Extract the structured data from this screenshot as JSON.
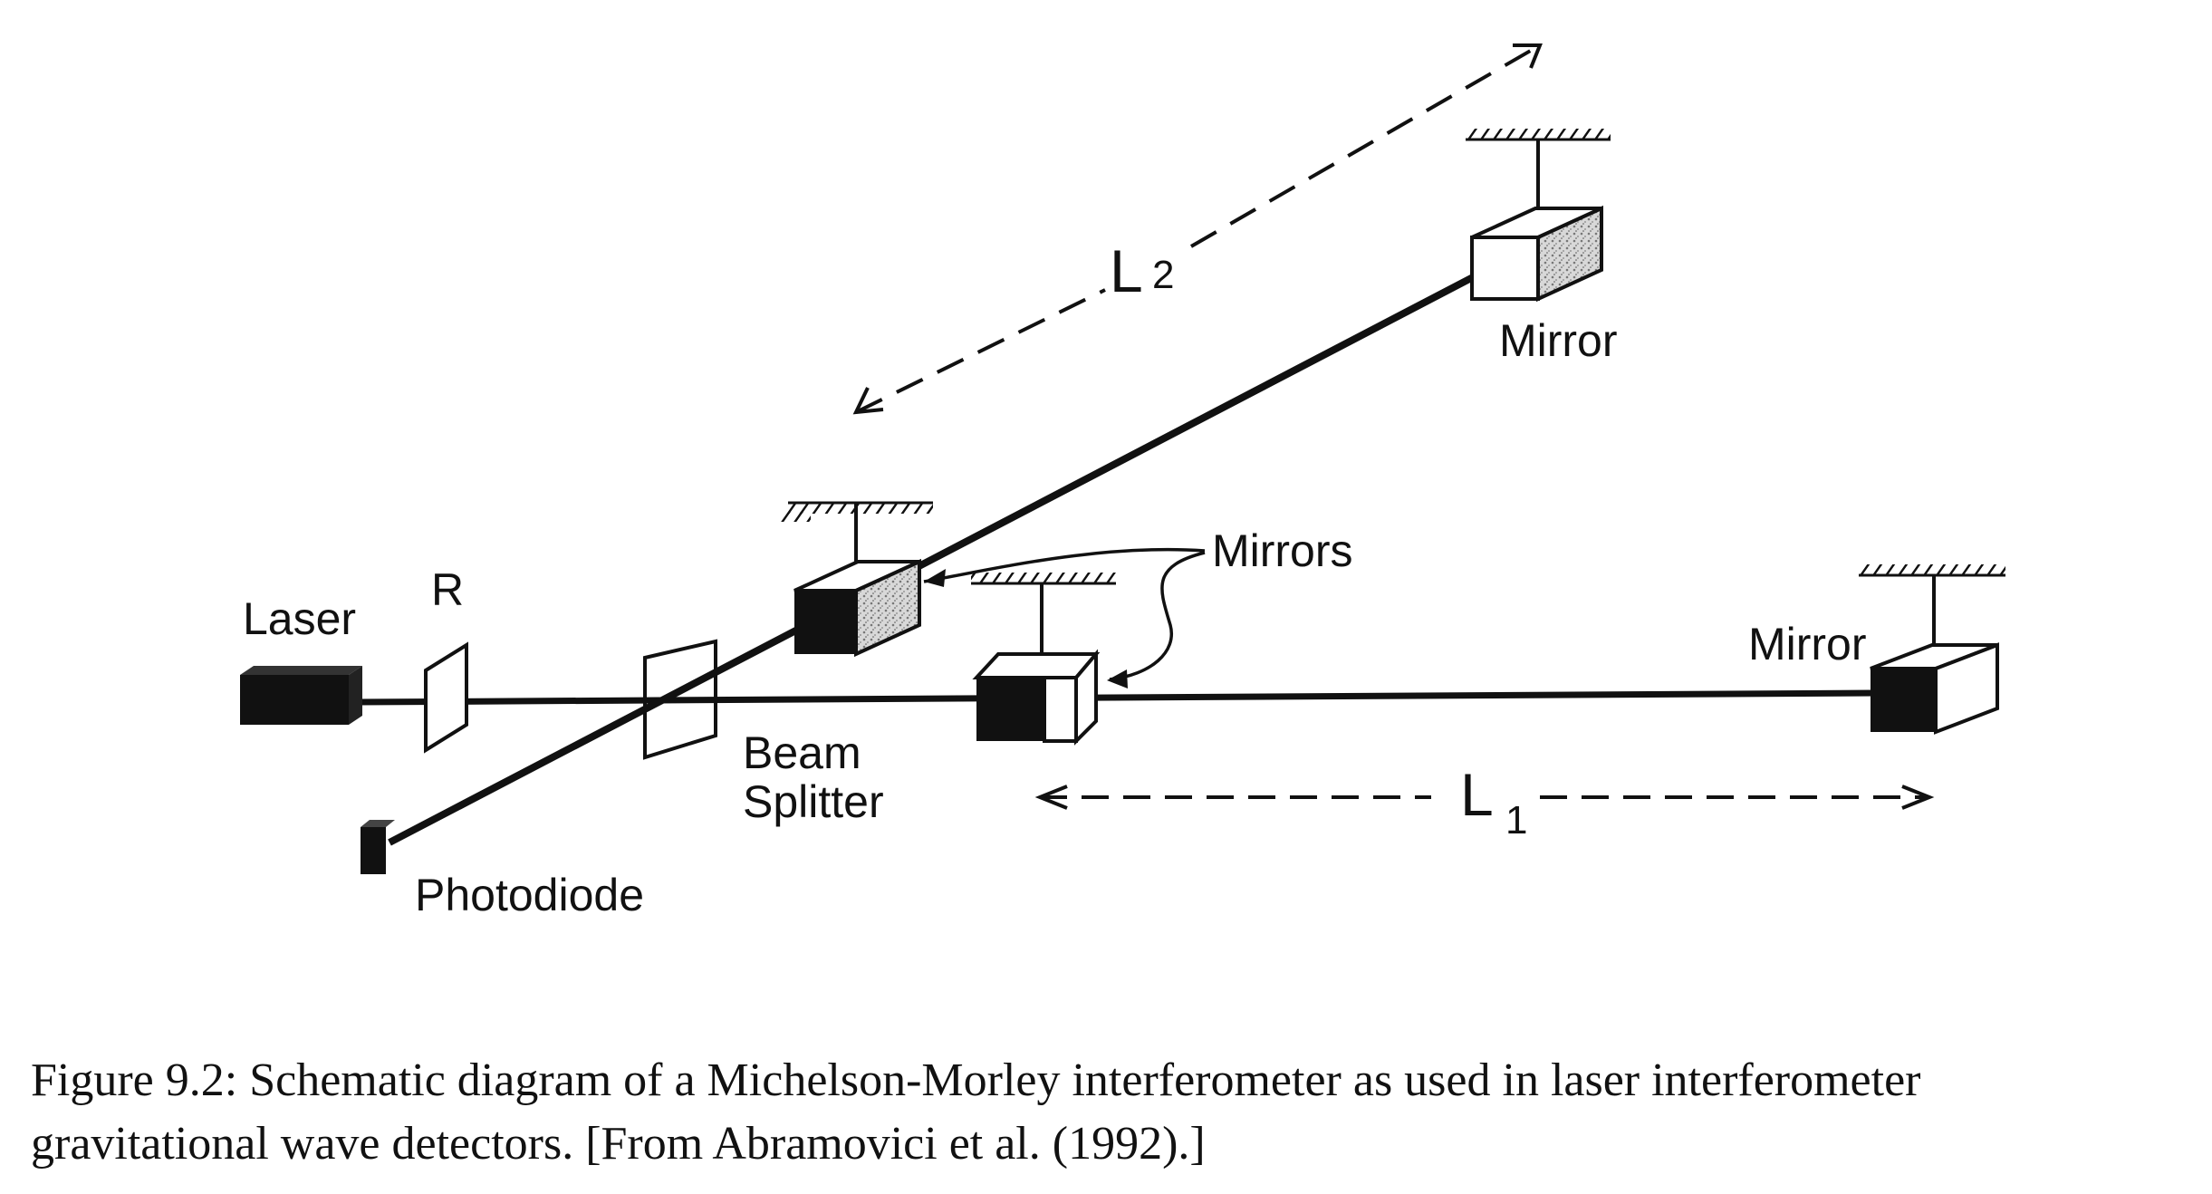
{
  "labels": {
    "laser": "Laser",
    "r": "R",
    "photodiode": "Photodiode",
    "beam": "Beam",
    "splitter": "Splitter",
    "mirrors": "Mirrors",
    "mirror_far_arm2": "Mirror",
    "mirror_far_arm1": "Mirror",
    "l1_letter": "L",
    "l1_sub": "1",
    "l2_letter": "L",
    "l2_sub": "2"
  },
  "caption": {
    "line1": "Figure 9.2: Schematic diagram of a Michelson-Morley interferometer as used in laser interferometer",
    "line2": "gravitational wave detectors. [From Abramovici et al. (1992).]"
  }
}
